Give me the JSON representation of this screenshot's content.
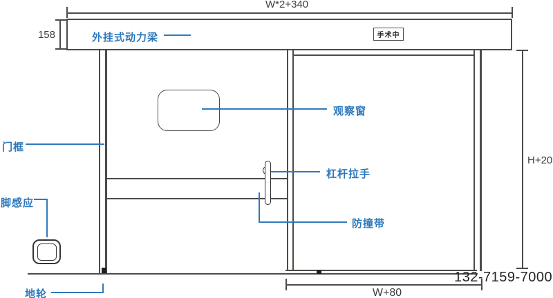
{
  "colors": {
    "annotation_blue": "#2e79bd",
    "drawing_line": "#4b4b47",
    "dimension_text": "#3d3d3d",
    "phone_text": "#242424"
  },
  "dimensions": {
    "overall_width": "W*2+340",
    "beam_height": "158",
    "door_height": "H+20",
    "door_leaf_width": "W+80"
  },
  "annotations": {
    "power_beam": "外挂式动力梁",
    "observation_window": "观察窗",
    "door_frame": "门框",
    "lever_handle": "杠杆拉手",
    "anti_collision_strip": "防撞带",
    "foot_sensor": "脚感应",
    "floor_wheel": "地轮"
  },
  "sign": {
    "label": "手术中"
  },
  "contact": {
    "phone": "132-7159-7000"
  }
}
